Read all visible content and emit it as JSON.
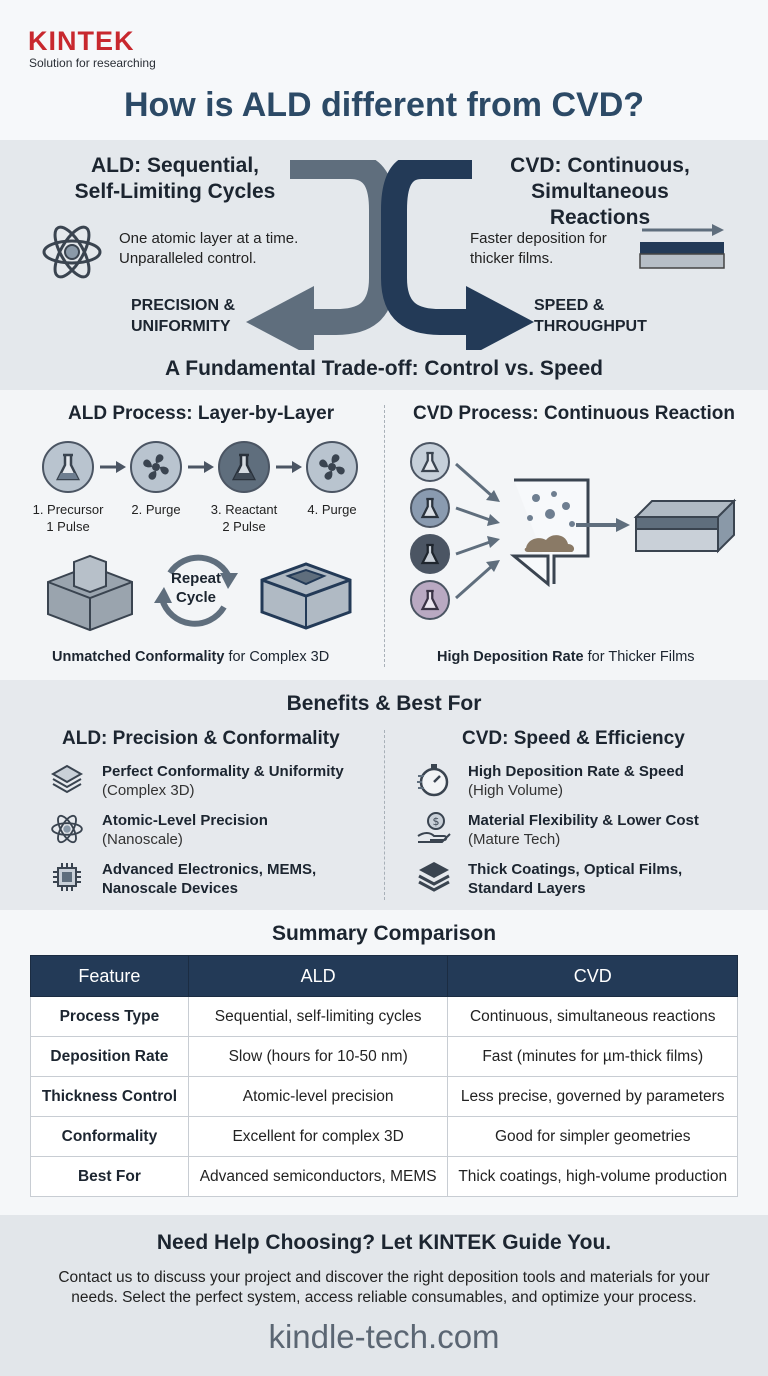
{
  "brand": {
    "name": "KINTEK",
    "tagline": "Solution for researching"
  },
  "title": "How is ALD different from CVD?",
  "overview": {
    "ald": {
      "heading_line1": "ALD: Sequential,",
      "heading_line2": "Self-Limiting Cycles",
      "desc_line1": "One atomic layer at a time.",
      "desc_line2": "Unparalleled control.",
      "result_line1": "PRECISION &",
      "result_line2": "UNIFORMITY",
      "icon": "atom-icon"
    },
    "cvd": {
      "heading_line1": "CVD: Continuous,",
      "heading_line2": "Simultaneous Reactions",
      "desc_line1": "Faster deposition for",
      "desc_line2": "thicker films.",
      "result_line1": "SPEED &",
      "result_line2": "THROUGHPUT",
      "icon": "layered-film-arrow-icon"
    },
    "tradeoff": "A Fundamental Trade-off: Control vs. Speed"
  },
  "process": {
    "ald": {
      "heading": "ALD Process: Layer-by-Layer",
      "steps": [
        {
          "line1": "1. Precursor",
          "line2": "1 Pulse",
          "icon": "flask-icon"
        },
        {
          "line1": "2. Purge",
          "line2": "",
          "icon": "fan-icon"
        },
        {
          "line1": "3. Reactant",
          "line2": "2 Pulse",
          "icon": "flask-icon"
        },
        {
          "line1": "4. Purge",
          "line2": "",
          "icon": "fan-icon"
        }
      ],
      "cycle_line1": "Repeat",
      "cycle_line2": "Cycle",
      "caption_bold": "Unmatched Conformality",
      "caption_rest": " for Complex 3D"
    },
    "cvd": {
      "heading": "CVD Process: Continuous Reaction",
      "caption_bold": "High Deposition Rate",
      "caption_rest": " for Thicker Films"
    }
  },
  "benefits": {
    "heading": "Benefits & Best For",
    "ald": {
      "heading": "ALD: Precision & Conformality",
      "items": [
        {
          "title": "Perfect Conformality & Uniformity",
          "sub": "(Complex 3D)",
          "icon": "layers-icon"
        },
        {
          "title": "Atomic-Level Precision",
          "sub": "(Nanoscale)",
          "icon": "atom-icon"
        },
        {
          "title": "Advanced Electronics, MEMS,",
          "sub": "Nanoscale Devices",
          "icon": "chip-icon"
        }
      ]
    },
    "cvd": {
      "heading": "CVD: Speed & Efficiency",
      "items": [
        {
          "title": "High Deposition Rate & Speed",
          "sub": "(High Volume)",
          "icon": "stopwatch-icon"
        },
        {
          "title": "Material Flexibility & Lower Cost",
          "sub": "(Mature Tech)",
          "icon": "hand-coin-icon"
        },
        {
          "title": "Thick Coatings, Optical Films,",
          "sub": "Standard Layers",
          "icon": "stack-icon"
        }
      ]
    }
  },
  "summary": {
    "heading": "Summary Comparison",
    "columns": [
      "Feature",
      "ALD",
      "CVD"
    ],
    "rows": [
      [
        "Process Type",
        "Sequential, self-limiting cycles",
        "Continuous, simultaneous reactions"
      ],
      [
        "Deposition Rate",
        "Slow (hours for 10-50 nm)",
        "Fast (minutes for µm-thick films)"
      ],
      [
        "Thickness Control",
        "Atomic-level precision",
        "Less precise, governed by parameters"
      ],
      [
        "Conformality",
        "Excellent for complex 3D",
        "Good for simpler geometries"
      ],
      [
        "Best For",
        "Advanced semiconductors, MEMS",
        "Thick coatings, high-volume production"
      ]
    ]
  },
  "footer": {
    "heading": "Need Help Choosing? Let KINTEK Guide You.",
    "body_line1": "Contact us to discuss your project and discover the right deposition tools and materials for your",
    "body_line2": "needs. Select the perfect system, access reliable consumables, and optimize your process.",
    "website": "kindle-tech.com"
  },
  "colors": {
    "brand_red": "#c8282e",
    "navy": "#233a57",
    "slate": "#5f6e7d",
    "band": "#e4e8ec"
  }
}
